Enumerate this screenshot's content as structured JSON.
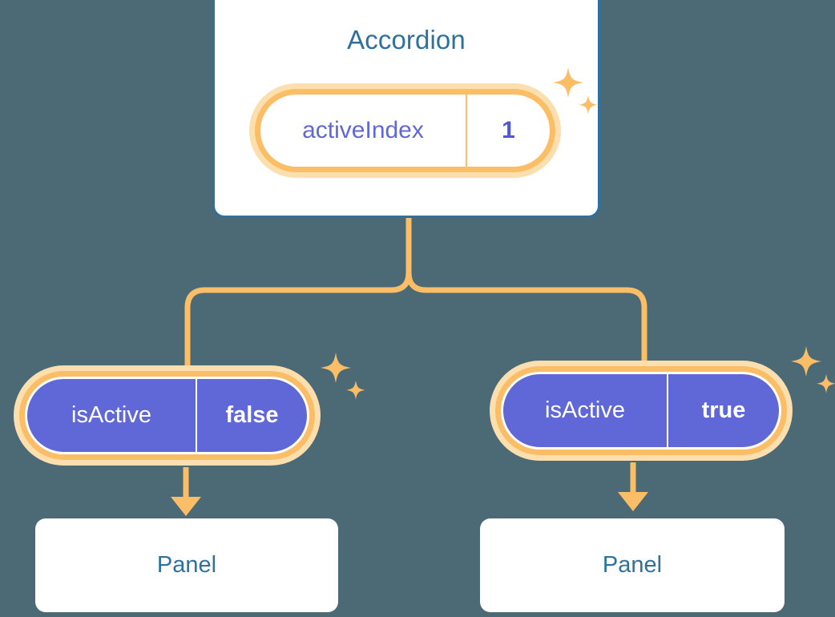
{
  "theme": {
    "background": "#4C6A76",
    "card_border": "#2E719F",
    "card_fill": "#FFFFFF",
    "title_color": "#2E719F",
    "accent_orange": "#FBBE66",
    "accent_peach": "#FCDFAE",
    "purple": "#6068D8",
    "purple_text": "#4F57D6",
    "white": "#FFFFFF"
  },
  "diagram": {
    "type": "component-tree",
    "root": {
      "title": "Accordion",
      "prop": {
        "key": "activeIndex",
        "value": "1"
      }
    },
    "branches": [
      {
        "side": "left",
        "prop": {
          "key": "isActive",
          "value": "false"
        },
        "child": {
          "title": "Panel"
        }
      },
      {
        "side": "right",
        "prop": {
          "key": "isActive",
          "value": "true"
        },
        "child": {
          "title": "Panel"
        }
      }
    ]
  },
  "icons": {
    "sparkle_large": "sparkle-four-point-large",
    "sparkle_small": "sparkle-four-point-small",
    "arrow_down": "arrow-down-icon"
  }
}
